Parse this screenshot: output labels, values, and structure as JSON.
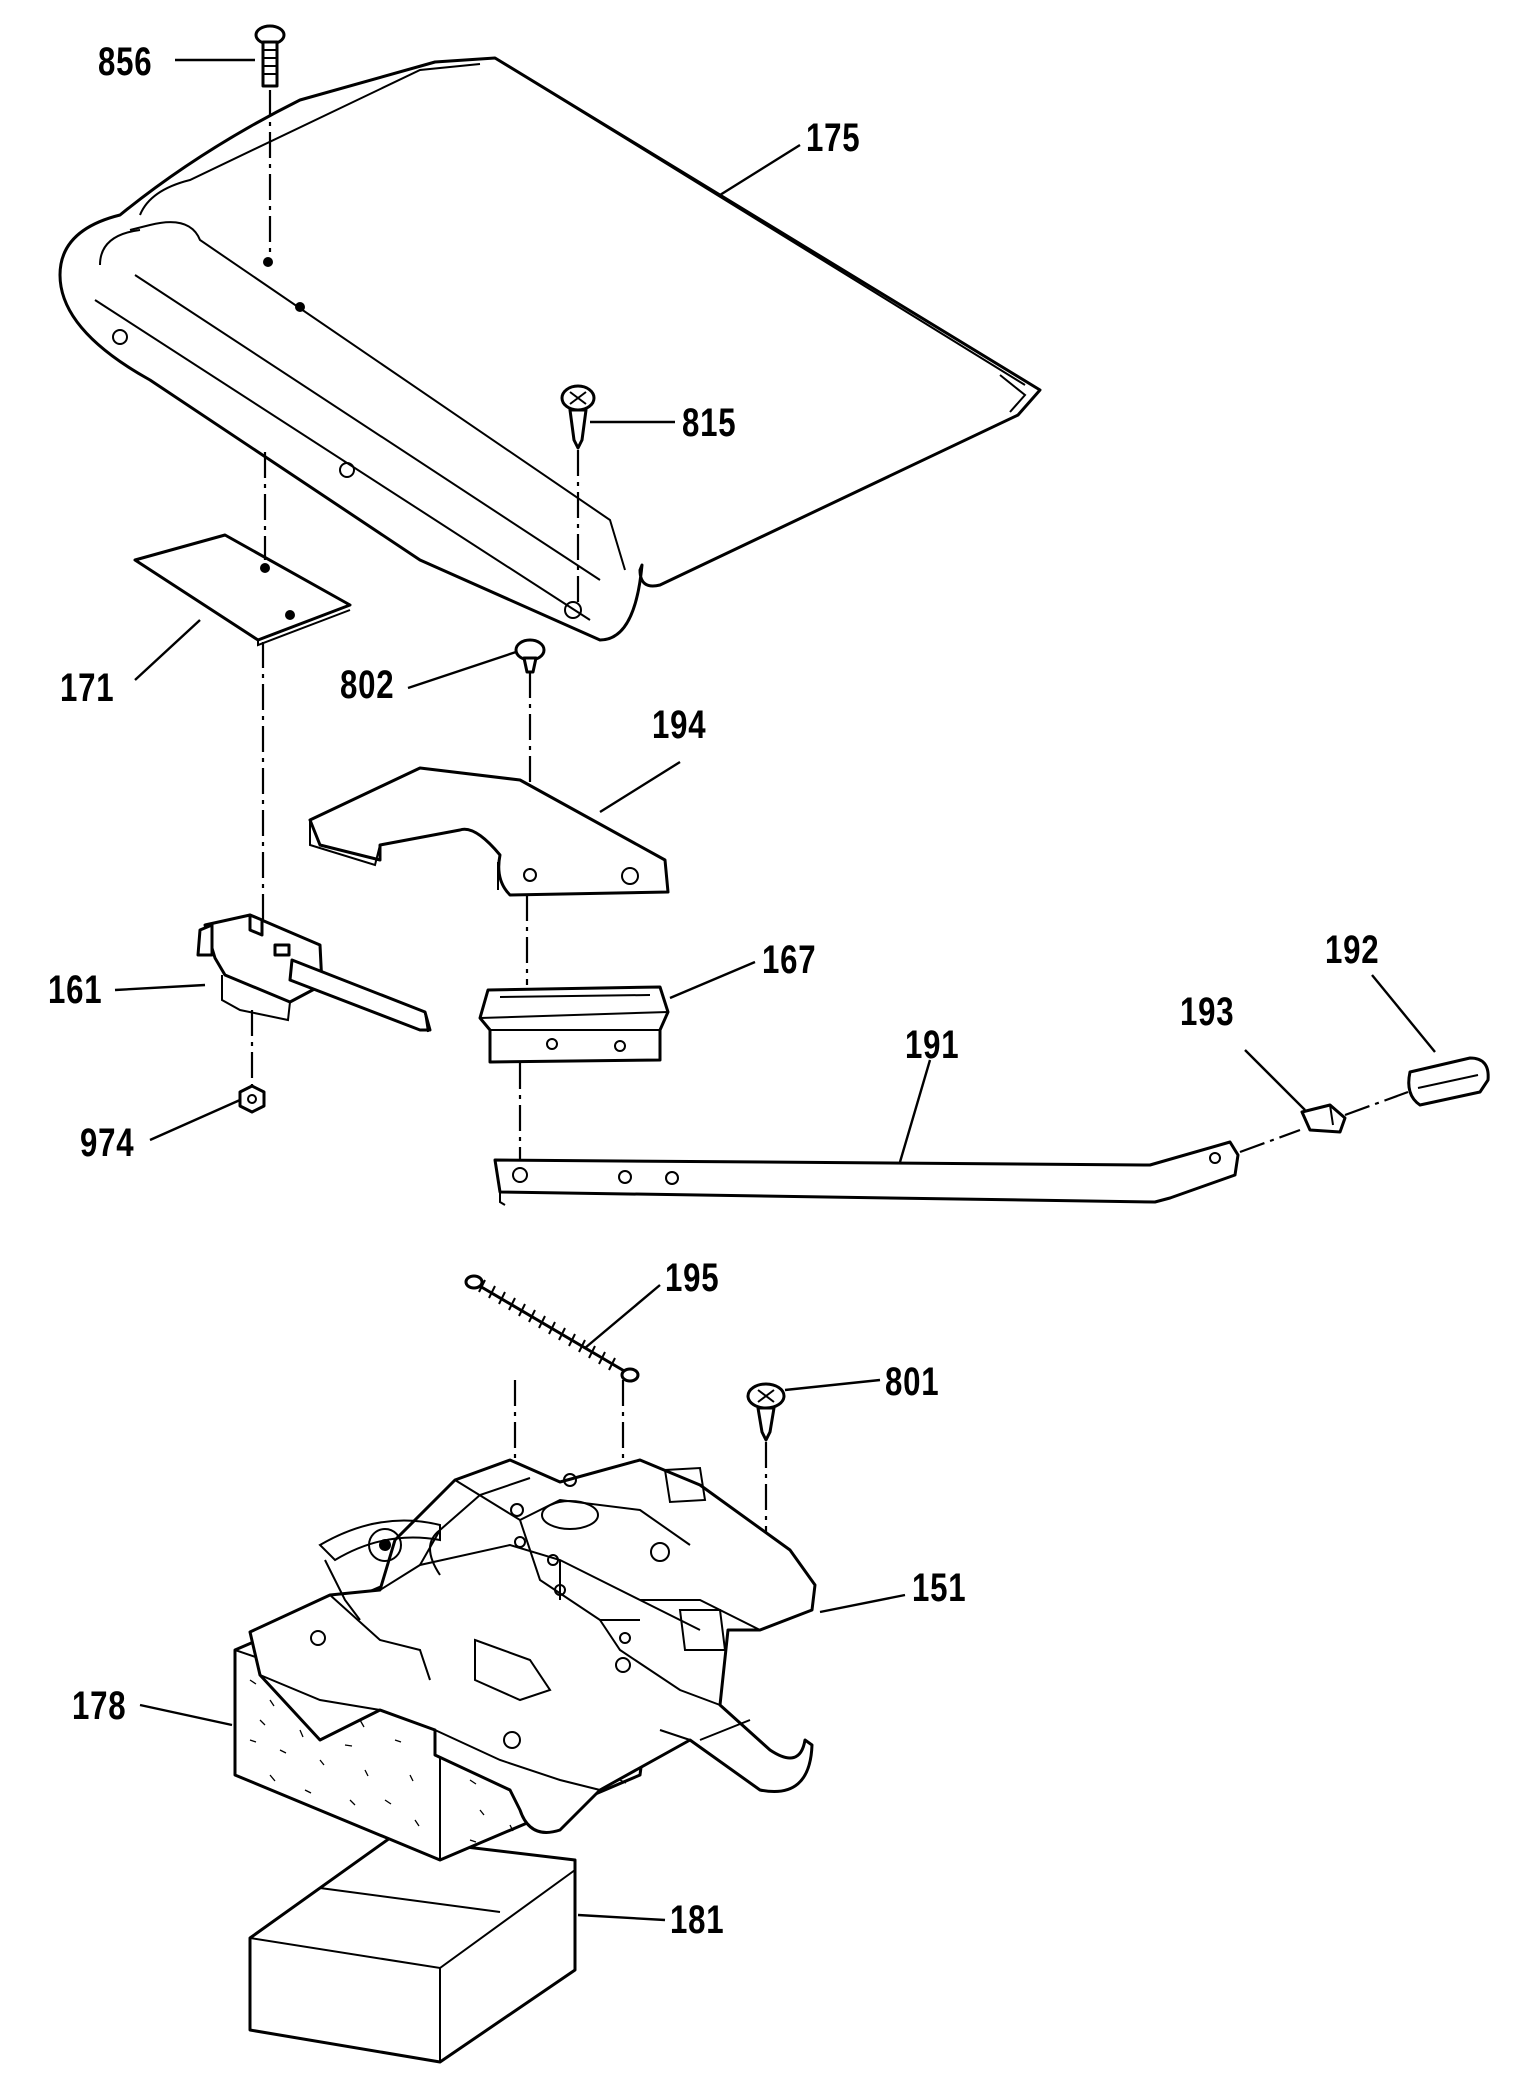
{
  "labels": {
    "p856": "856",
    "p175": "175",
    "p815": "815",
    "p171": "171",
    "p802": "802",
    "p194": "194",
    "p161": "161",
    "p167": "167",
    "p192": "192",
    "p193": "193",
    "p191": "191",
    "p974": "974",
    "p195": "195",
    "p801": "801",
    "p151": "151",
    "p178": "178",
    "p181": "181"
  }
}
